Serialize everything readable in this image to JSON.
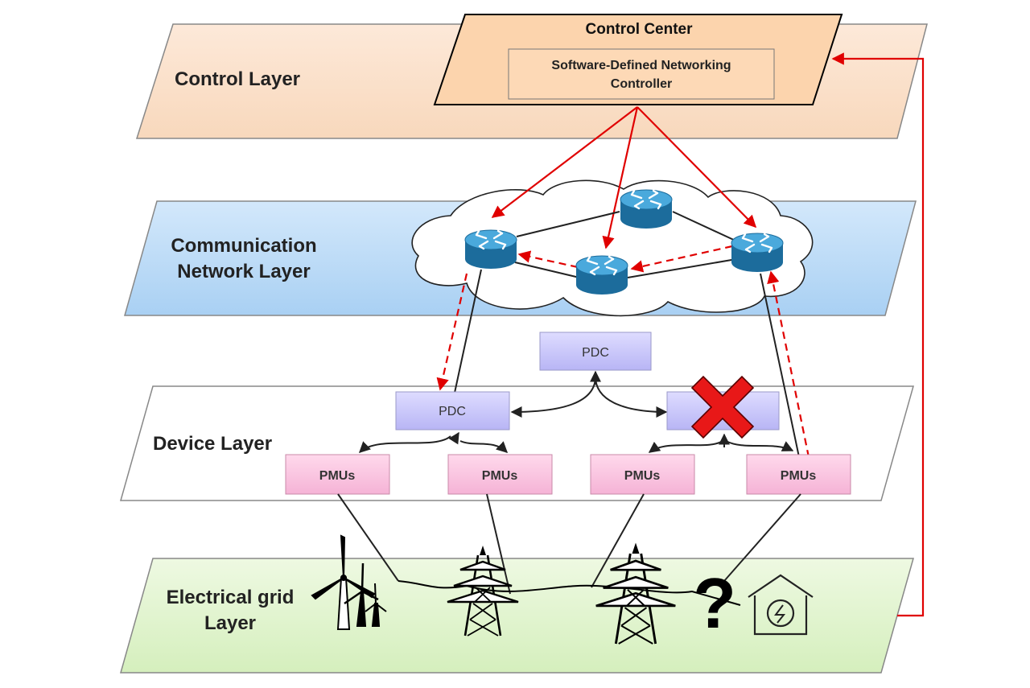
{
  "layers": {
    "control": {
      "label_lines": [
        "Control Layer"
      ],
      "fill": "#fbe2cf"
    },
    "communication": {
      "label_lines": [
        "Communication",
        "Network Layer"
      ],
      "fill": "#bcdcf7"
    },
    "device": {
      "label_lines": [
        "Device Layer"
      ],
      "fill": "#ffffff"
    },
    "grid": {
      "label_lines": [
        "Electrical grid",
        "Layer"
      ],
      "fill": "#e2f5cf"
    }
  },
  "control_center": {
    "title": "Control Center",
    "controller_lines": [
      "Software-Defined Networking",
      "Controller"
    ],
    "fill": "#fcd6b0"
  },
  "devices": {
    "pdc_label": "PDC",
    "pmu_label": "PMUs",
    "pdc_fill": "#cccaff",
    "pmu_fill": "#ffc9e4"
  },
  "failure_symbols": {
    "failed_device": "red-x",
    "unknown_grid": "?"
  },
  "colors": {
    "control_flow": "#e00000",
    "links": "#222222",
    "router": "#2f8fc4"
  }
}
